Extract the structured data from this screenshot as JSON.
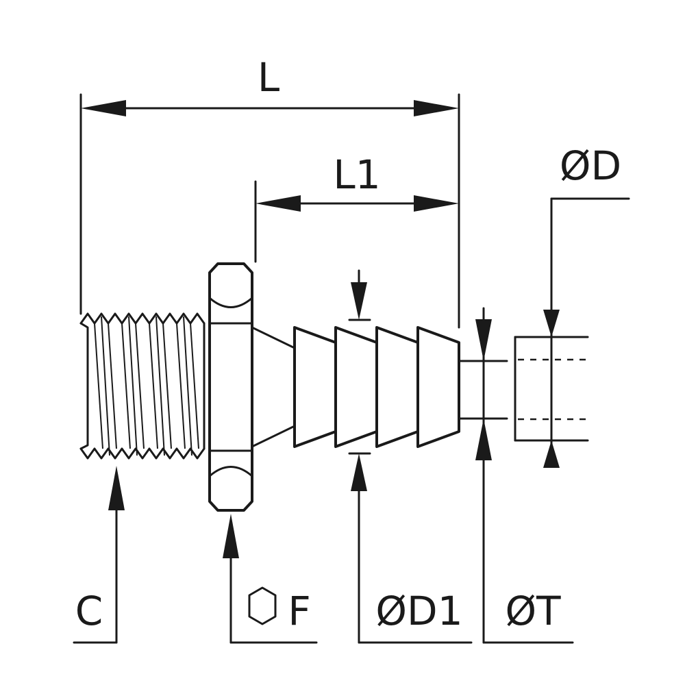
{
  "labels": {
    "L": "L",
    "L1": "L1",
    "D": "ØD",
    "C": "C",
    "F": "F",
    "D1": "ØD1",
    "T": "ØT"
  },
  "icons": {
    "hex_symbol": "hexagon-icon"
  }
}
